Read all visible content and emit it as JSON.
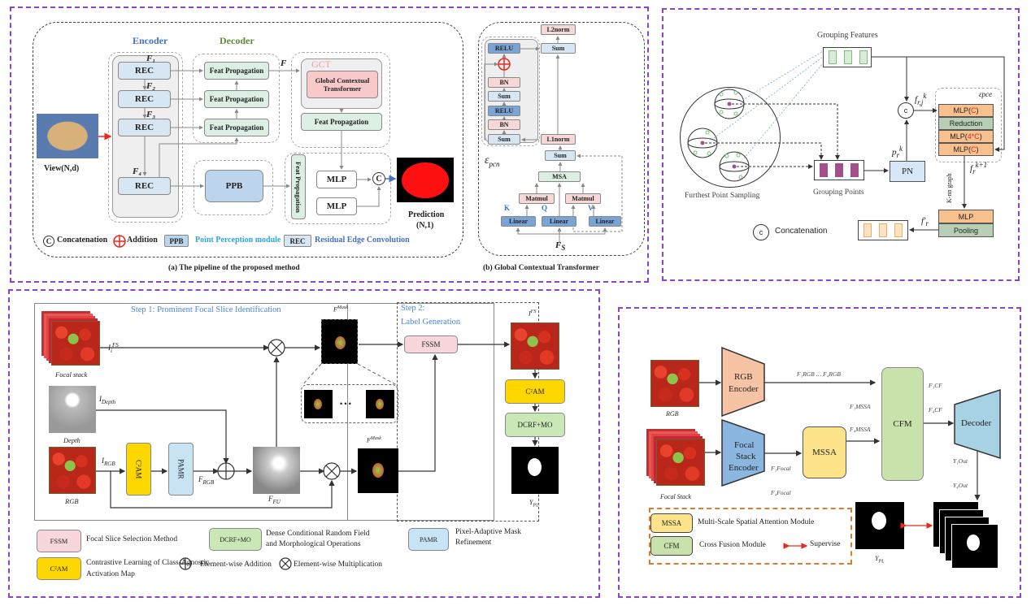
{
  "panel_a": {
    "encoder_label": "Encoder",
    "decoder_label": "Decoder",
    "rec_label": "REC",
    "f_labels": [
      "F₁",
      "F₂",
      "F₃",
      "F₄"
    ],
    "feat_prop": "Feat Propagation",
    "f_label": "F",
    "gct_title": "GCT",
    "gct_box": "Global Contextual Transformer",
    "ppb": "PPB",
    "mlp": "MLP",
    "concat_symbol": "C",
    "view_label": "View(N,d)",
    "prediction_label": "Prediction",
    "prediction_shape": "(N,1)",
    "legend": {
      "concat": "Concatenation",
      "addition": "Addition",
      "ppb_key": "PPB",
      "ppb_desc": "Point Perception module",
      "rec_key": "REC",
      "rec_desc": "Residual Edge Convolution"
    },
    "caption": "(a) The pipeline of the proposed method"
  },
  "panel_b": {
    "l2norm": "L2norm",
    "sum": "Sum",
    "relu": "RELU",
    "bn": "BN",
    "l1norm": "L1norm",
    "msa": "MSA",
    "matmul": "Matmul",
    "linear": "Linear",
    "k": "K",
    "q": "Q",
    "v": "V",
    "eps_pcn": "ε",
    "eps_sub": "pcn",
    "fs": "F",
    "fs_sub": "S",
    "caption": "(b) Global Contextual Transformer"
  },
  "panel_c": {
    "grouping_features": "Grouping Features",
    "grouping_points": "Grouping Points",
    "fps": "Furthest Point Sampling",
    "pn": "PN",
    "mlp_c": "MLP(",
    "c_red": "C",
    "mlp_4c_red": "4*C",
    "close": ")",
    "reduction": "Reduction",
    "mlp": "MLP",
    "pooling": "Pooling",
    "knn": "K-nn graph",
    "eps_pce": "εpce",
    "f_rj": "f",
    "p_r": "p",
    "f_r_next": "f",
    "f_r_prime": "f′",
    "concat_symbol": "c",
    "concat_legend": "Concatenation"
  },
  "panel_d": {
    "step1": "Step 1: Prominent Focal Slice Identification",
    "step2_line1": "Step 2:",
    "step2_line2": "Label Generation",
    "focal_stack": "Focal stack",
    "depth": "Depth",
    "rgb": "RGB",
    "i_fs": "I",
    "i_depth": "I",
    "i_rgb": "I",
    "c2am": "C²AM",
    "pamr": "PAMR",
    "f_rgb": "F",
    "f_fu": "F",
    "fssm": "FSSM",
    "dcrf": "DCRF+MO",
    "y_pl": "Y",
    "ellipsis": "• • •",
    "mask_sup": "Mask",
    "legend": {
      "fssm_key": "FSSM",
      "fssm_desc": "Focal Slice Selection Method",
      "dcrf_key": "DCRF+MO",
      "dcrf_desc1": "Dense Conditional Random Field",
      "dcrf_desc2": "and Morphological Operations",
      "pamr_key": "PAMR",
      "pamr_desc1": "Pixel-Adaptive Mask",
      "pamr_desc2": "Refinement",
      "c2am_key": "C²AM",
      "c2am_desc1": "Contrastive Learning of Class-Agnostic",
      "c2am_desc2": "Activation Map",
      "add_desc": "Element-wise Addition",
      "mul_desc": "Element-wise Multiplication"
    }
  },
  "panel_e": {
    "rgb": "RGB",
    "focal_stack": "Focal Stack",
    "rgb_encoder_1": "RGB",
    "rgb_encoder_2": "Encoder",
    "fs_encoder_1": "Focal",
    "fs_encoder_2": "Stack",
    "fs_encoder_3": "Encoder",
    "mssa": "MSSA",
    "cfm": "CFM",
    "decoder": "Decoder",
    "f_rgb_range": "F₁RGB … F₄RGB",
    "f_mssa_1": "F₁MSSA",
    "f_mssa_4": "F₄MSSA",
    "f_focal_1": "F₁Focal",
    "f_focal_4": "F₄Focal",
    "f_cf_1": "F₁CF",
    "f_cf_4": "F₄CF",
    "y_out_1": "Y₁Out",
    "y_out_4": "Y₄Out",
    "y_pl": "Y",
    "legend": {
      "mssa_key": "MSSA",
      "mssa_desc": "Multi-Scale Spatial Attention Module",
      "cfm_key": "CFM",
      "cfm_desc": "Cross Fusion Module",
      "supervise": "Supervise"
    }
  },
  "colors": {
    "panel_border": "#8e44c4",
    "encoder_blue": "#4472c4",
    "decoder_green": "#5b8c3a",
    "rec_fill": "#d6e7f3",
    "feat_fill": "#dcefe3",
    "gct_fill": "#f8c9c9",
    "ppb_fill": "#bcd4ec",
    "relu_fill": "#7aa4d6",
    "pink_fill": "#f8d7d7",
    "orange_fill": "#f8c08c",
    "sage_fill": "#b7cfb5",
    "yellow": "#ffd700",
    "mssa_yellow": "#fde38a",
    "cfm_green": "#c9e2ac",
    "decoder_blue": "#a6d2e3",
    "rgb_enc": "#f6c4a5",
    "fs_enc": "#8ab6e0",
    "red": "#e8281e"
  }
}
